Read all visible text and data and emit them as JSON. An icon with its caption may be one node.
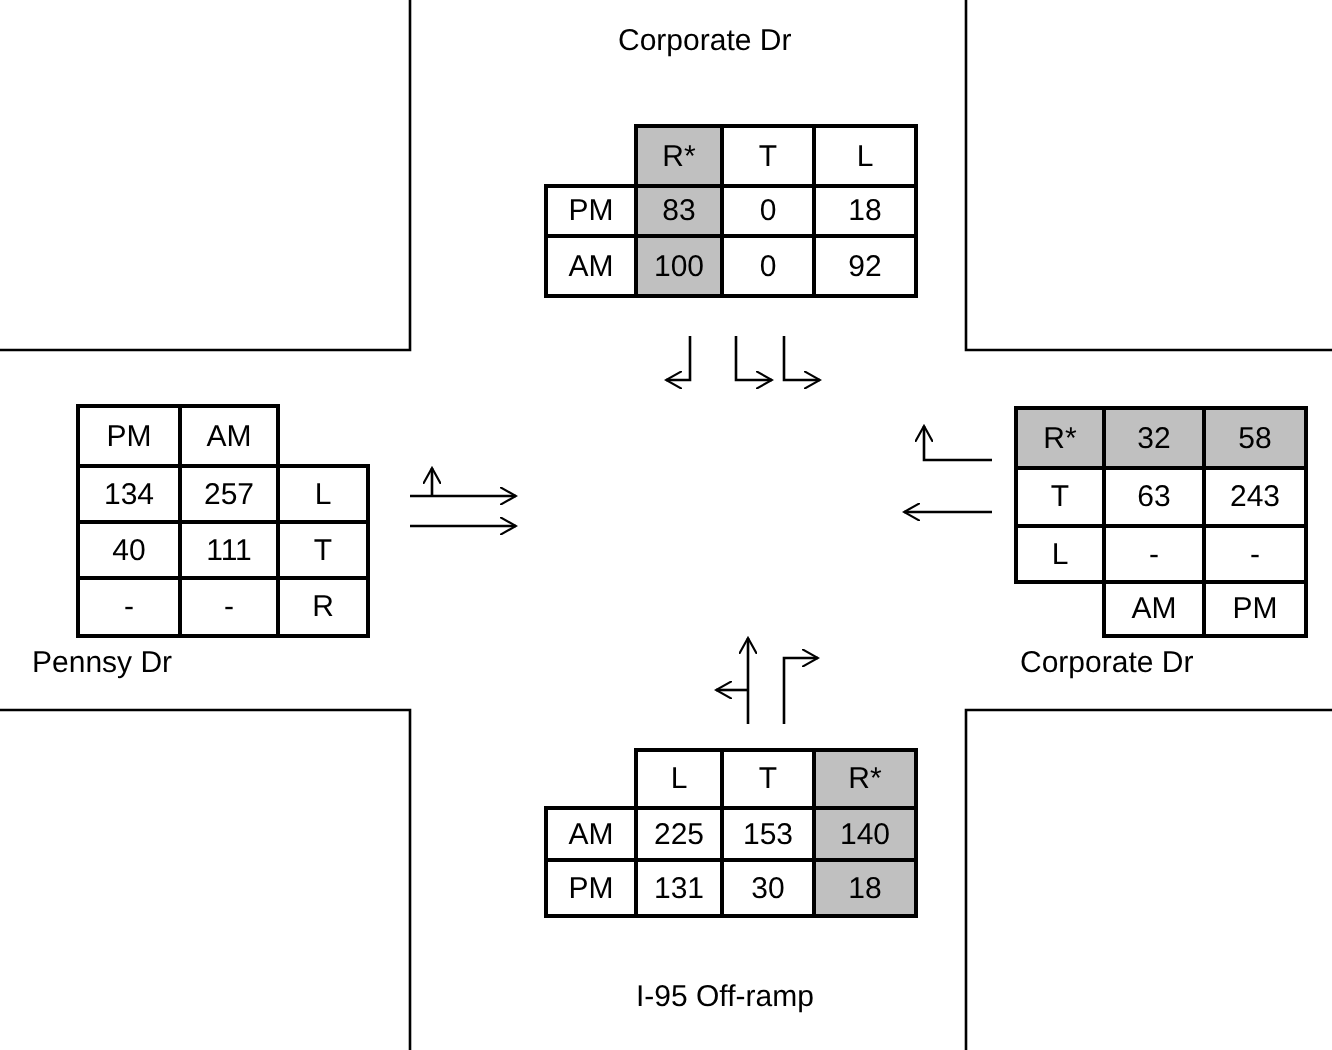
{
  "diagram": {
    "labels": [
      "Corporate Dr",
      "R*",
      "T",
      "L",
      "PM",
      "83",
      "0",
      "18",
      "AM",
      "100",
      "0",
      "92",
      "PM",
      "AM",
      "134",
      "257",
      "L",
      "40",
      "111",
      "T",
      "-",
      "-",
      "R",
      "R*",
      "32",
      "58",
      "T",
      "63",
      "243",
      "L",
      "-",
      "-",
      "AM",
      "PM",
      "Pennsy Dr",
      "Corporate Dr",
      "L",
      "T",
      "R*",
      "AM",
      "225",
      "153",
      "140",
      "PM",
      "131",
      "30",
      "18",
      "I-95 Off-ramp"
    ]
  }
}
